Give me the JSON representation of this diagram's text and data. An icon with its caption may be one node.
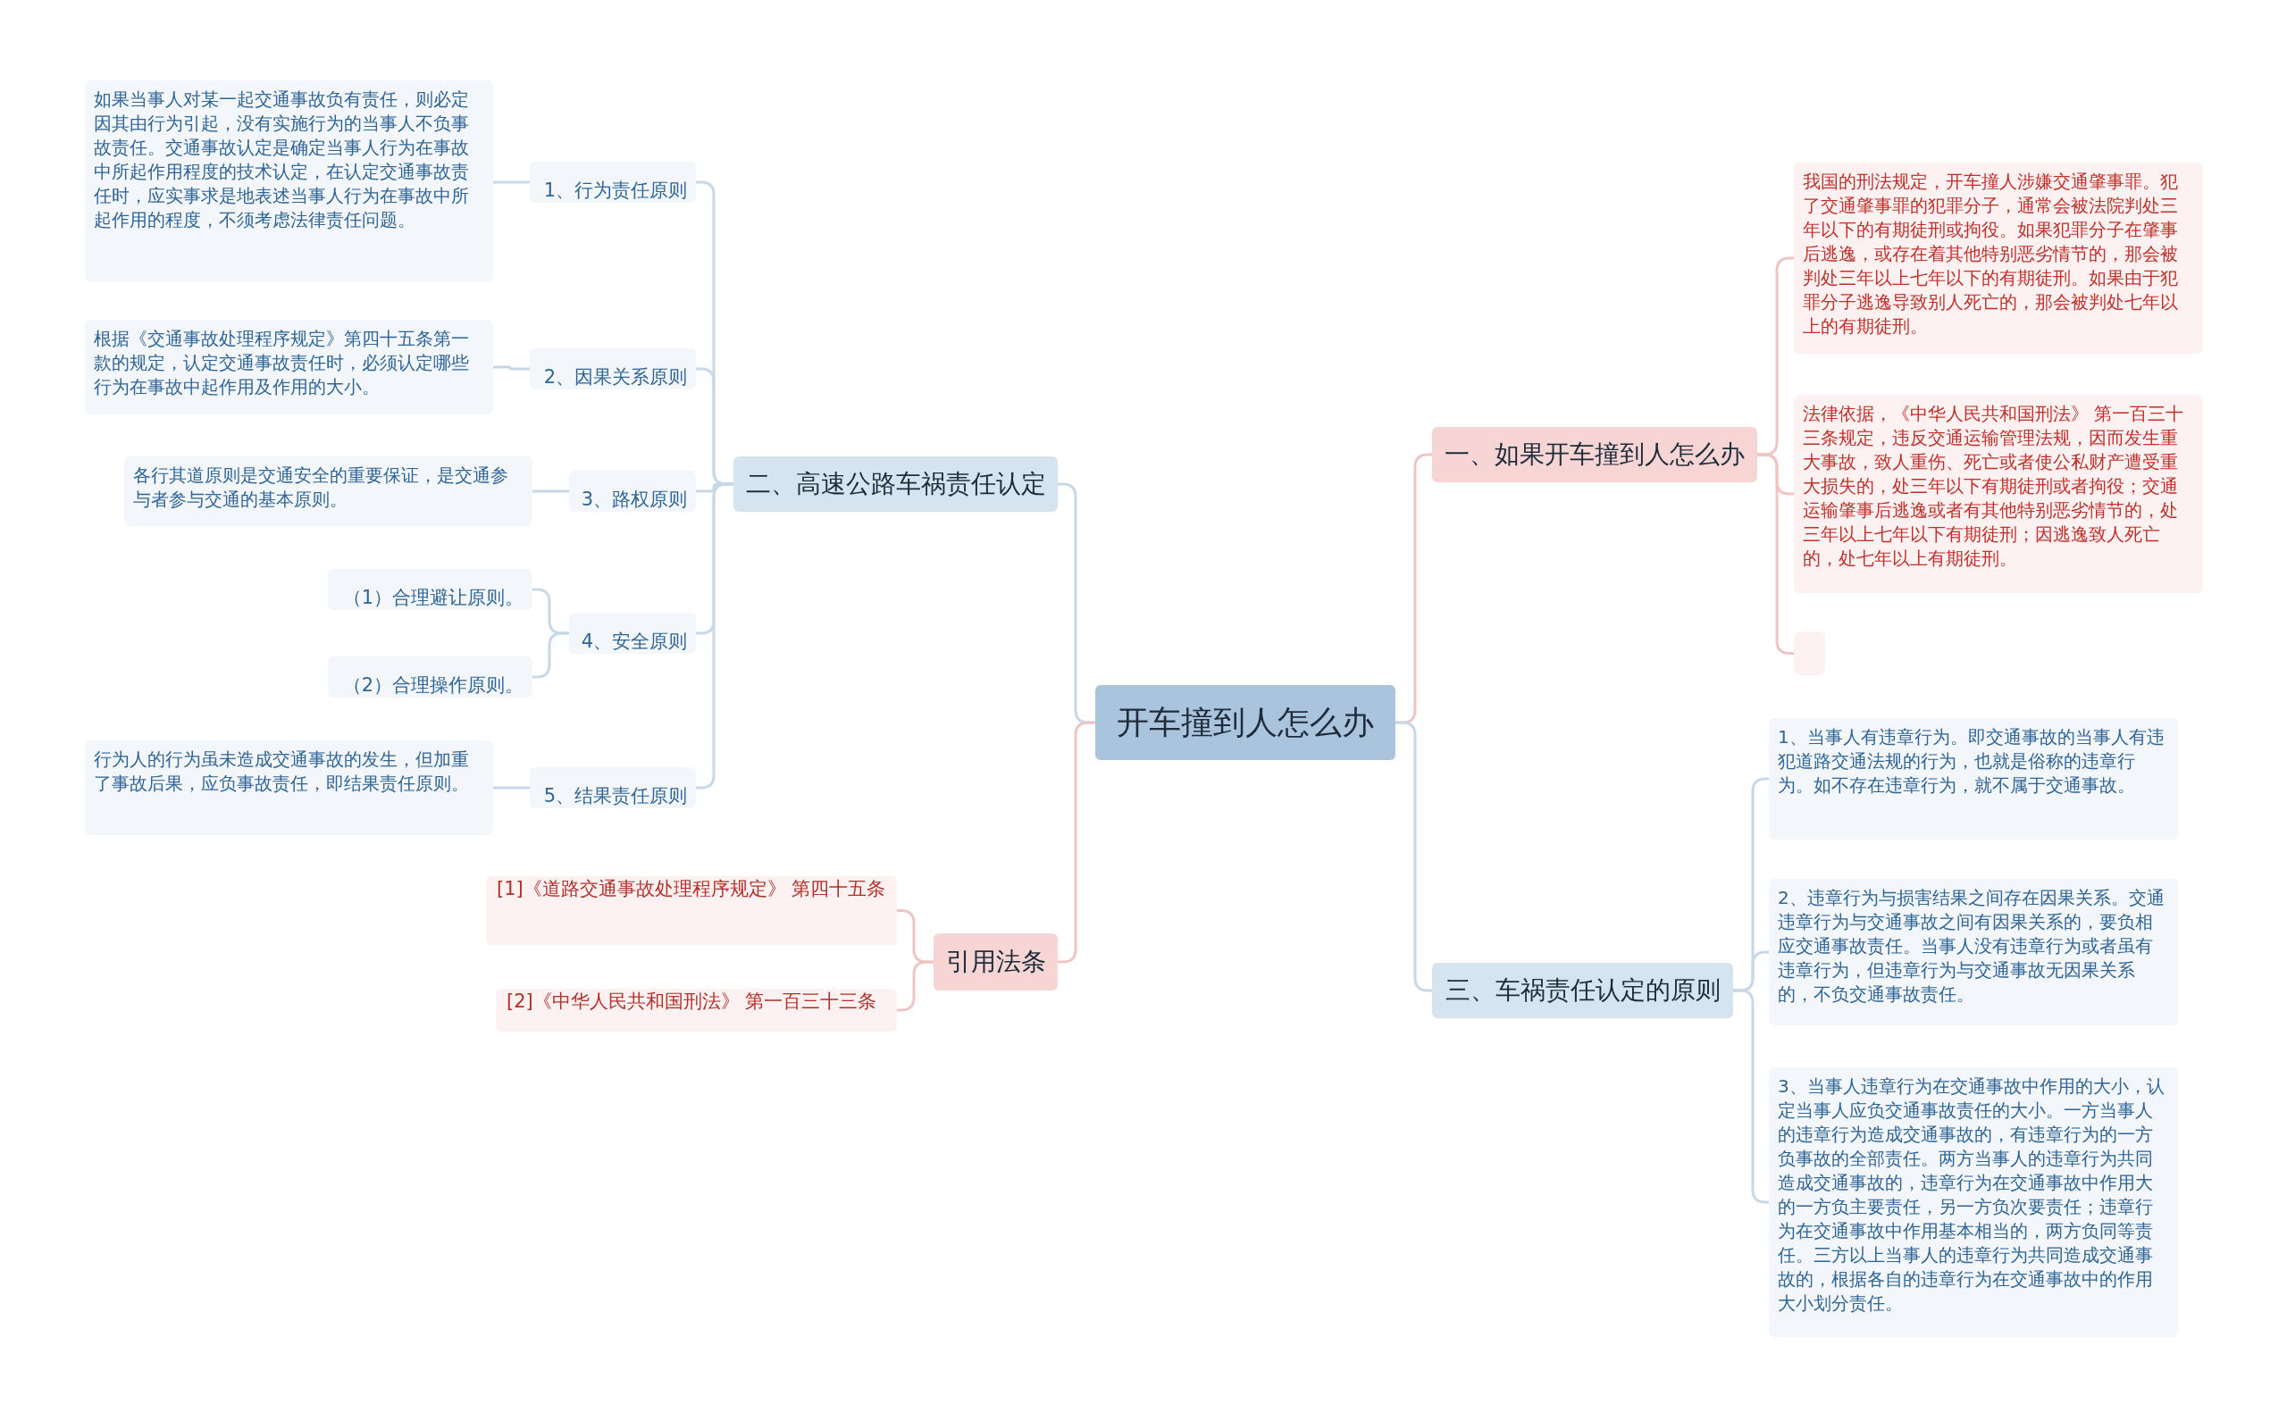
{
  "diagram": {
    "nodes": [
      {
        "text": [
          "开车撞到人怎么办"
        ]
      },
      {
        "text": [
          "一、如果开车撞到人怎么办"
        ]
      },
      {
        "text": [
          "我国的刑法规定，开车撞人涉嫌交通肇事罪。犯了交通肇事罪的犯罪分子，通常会被法院判处三年以下的有期徒刑或拘役。如果犯罪分子在肇事后逃逸，或存在着其他特别恶劣情节的，那会被判处三年以上七年以下的有期徒刑。如果由于犯罪分子逃逸导致别人死亡的，那会被判处七年以上的有期徒刑。"
        ]
      },
      {
        "text": [
          "法律依据，《中华人民共和国刑法》 第一百三十三条规定，违反交通运输管理法规，因而发生重大事故，致人重伤、死亡或者使公私财产遭受重大损失的，处三年以下有期徒刑或者拘役；交通运输肇事后逃逸或者有其他特别恶劣情节的，处三年以上七年以下有期徒刑；因逃逸致人死亡的，处七年以上有期徒刑。"
        ]
      },
      {
        "text": [],
        "shape": "box"
      },
      {
        "text": [
          "二、高速公路车祸责任认定"
        ]
      },
      {
        "text": [
          "1、行为责任原则"
        ]
      },
      {
        "text": [
          "如果当事人对某一起交通事故负有责任，则必定因其由行为引起，没有实施行为的当事人不负事故责任。交通事故认定是确定当事人行为在事故中所起作用程度的技术认定，在认定交通事故责任时，应实事求是地表述当事人行为在事故中所起作用的程度，不须考虑法律责任问题。"
        ]
      },
      {
        "text": [
          "2、因果关系原则"
        ]
      },
      {
        "text": [
          "根据《交通事故处理程序规定》第四十五条第一款的规定，认定交通事故责任时，必须认定哪些行为在事故中起作用及作用的大小。"
        ]
      },
      {
        "text": [
          "3、路权原则"
        ]
      },
      {
        "text": [
          "各行其道原则是交通安全的重要保证，是交通参与者参与交通的基本原则。"
        ]
      },
      {
        "text": [
          "4、安全原则"
        ]
      },
      {
        "text": [
          "（1）合理避让原则。"
        ]
      },
      {
        "text": [
          "（2）合理操作原则。"
        ]
      },
      {
        "text": [
          "5、结果责任原则"
        ]
      },
      {
        "text": [
          "行为人的行为虽未造成交通事故的发生，但加重了事故后果，应负事故责任，即结果责任原则。"
        ]
      },
      {
        "text": [
          "引用法条"
        ]
      },
      {
        "text": [
          "[1]《道路交通事故处理程序规定》 第四十五条"
        ]
      },
      {
        "text": [
          "[2]《中华人民共和国刑法》 第一百三十三条"
        ]
      },
      {
        "text": [
          "三、车祸责任认定的原则"
        ]
      },
      {
        "text": [
          "1、当事人有违章行为。即交通事故的当事人有违犯道路交通法规的行为，也就是俗称的违章行为。如不存在违章行为，就不属于交通事故。"
        ]
      },
      {
        "text": [
          "2、违章行为与损害结果之间存在因果关系。交通违章行为与交通事故之间有因果关系的，要负相应交通事故责任。当事人没有违章行为或者虽有违章行为，但违章行为与交通事故无因果关系的，不负交通事故责任。"
        ]
      },
      {
        "text": [
          "3、当事人违章行为在交通事故中作用的大小，认定当事人应负交通事故责任的大小。一方当事人的违章行为造成交通事故的，有违章行为的一方负事故的全部责任。两方当事人的违章行为共同造成交通事故的，违章行为在交通事故中作用大的一方负主要责任，另一方负次要责任；违章行为在交通事故中作用基本相当的，两方负同等责任。三方以上当事人的违章行为共同造成交通事故的，根据各自的违章行为在交通事故中的作用大小划分责任。"
        ]
      }
    ],
    "edges": [
      {
        "from": 0,
        "to": 1,
        "arrow": "none",
        "color": "#efc4c4"
      },
      {
        "from": 1,
        "to": 2,
        "arrow": "none",
        "color": "#efc4c4"
      },
      {
        "from": 1,
        "to": 3,
        "arrow": "none",
        "color": "#efc4c4"
      },
      {
        "from": 1,
        "to": 4,
        "arrow": "none",
        "color": "#efc4c4"
      },
      {
        "from": 0,
        "to": 5,
        "arrow": "none"
      },
      {
        "from": 5,
        "to": 6,
        "arrow": "none"
      },
      {
        "from": 6,
        "to": 7,
        "arrow": "none"
      },
      {
        "from": 5,
        "to": 8,
        "arrow": "none"
      },
      {
        "from": 8,
        "to": 9,
        "arrow": "none"
      },
      {
        "from": 5,
        "to": 10,
        "arrow": "none"
      },
      {
        "from": 10,
        "to": 11,
        "arrow": "none"
      },
      {
        "from": 5,
        "to": 12,
        "arrow": "none"
      },
      {
        "from": 12,
        "to": 13,
        "arrow": "none"
      },
      {
        "from": 12,
        "to": 14,
        "arrow": "none"
      },
      {
        "from": 5,
        "to": 15,
        "arrow": "none"
      },
      {
        "from": 15,
        "to": 16,
        "arrow": "none"
      },
      {
        "from": 0,
        "to": 17,
        "arrow": "none",
        "color": "#efc4c4"
      },
      {
        "from": 17,
        "to": 18,
        "arrow": "none",
        "color": "#efc4c4"
      },
      {
        "from": 17,
        "to": 19,
        "arrow": "none",
        "color": "#efc4c4"
      },
      {
        "from": 0,
        "to": 20,
        "arrow": "none"
      },
      {
        "from": 20,
        "to": 21,
        "arrow": "none"
      },
      {
        "from": 20,
        "to": 22,
        "arrow": "none"
      },
      {
        "from": 20,
        "to": 23,
        "arrow": "none"
      }
    ]
  }
}
